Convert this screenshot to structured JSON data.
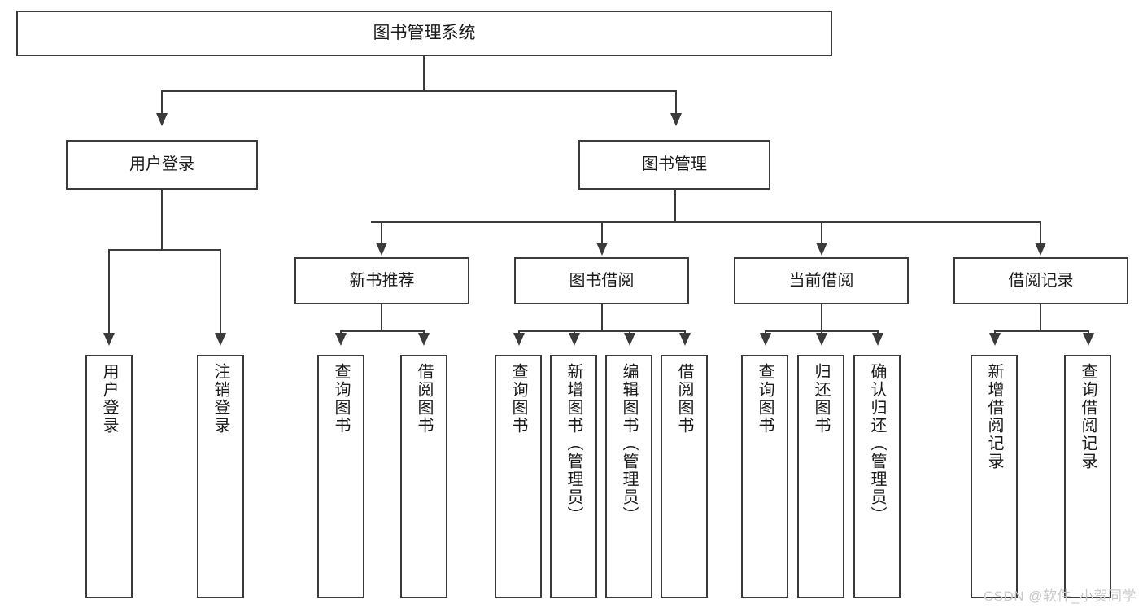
{
  "diagram": {
    "type": "hierarchy-tree",
    "title": "图书管理系统",
    "watermark": "CSDN @软件_小贺同学",
    "levels": {
      "root": {
        "label": "图书管理系统"
      },
      "level2": [
        {
          "id": "user-login",
          "label": "用户登录"
        },
        {
          "id": "book-manage",
          "label": "图书管理"
        }
      ],
      "level3": [
        {
          "id": "new-book-recommend",
          "label": "新书推荐",
          "parent": "book-manage"
        },
        {
          "id": "book-borrow",
          "label": "图书借阅",
          "parent": "book-manage"
        },
        {
          "id": "current-borrow",
          "label": "当前借阅",
          "parent": "book-manage"
        },
        {
          "id": "borrow-record",
          "label": "借阅记录",
          "parent": "book-manage"
        }
      ],
      "leaves": [
        {
          "id": "leaf-user-login",
          "label": "用户登录",
          "parent": "user-login"
        },
        {
          "id": "leaf-logout-login",
          "label": "注销登录",
          "parent": "user-login"
        },
        {
          "id": "leaf-query-book-1",
          "label": "查询图书",
          "parent": "new-book-recommend"
        },
        {
          "id": "leaf-borrow-book-1",
          "label": "借阅图书",
          "parent": "new-book-recommend"
        },
        {
          "id": "leaf-query-book-2",
          "label": "查询图书",
          "parent": "book-borrow"
        },
        {
          "id": "leaf-add-book",
          "label": "新增图书（管理员）",
          "parent": "book-borrow"
        },
        {
          "id": "leaf-edit-book",
          "label": "编辑图书（管理员）",
          "parent": "book-borrow"
        },
        {
          "id": "leaf-borrow-book-2",
          "label": "借阅图书",
          "parent": "book-borrow"
        },
        {
          "id": "leaf-query-book-3",
          "label": "查询图书",
          "parent": "current-borrow"
        },
        {
          "id": "leaf-return-book",
          "label": "归还图书",
          "parent": "current-borrow"
        },
        {
          "id": "leaf-confirm-return",
          "label": "确认归还（管理员）",
          "parent": "current-borrow"
        },
        {
          "id": "leaf-add-borrow-record",
          "label": "新增借阅记录",
          "parent": "borrow-record"
        },
        {
          "id": "leaf-query-borrow-record",
          "label": "查询借阅记录",
          "parent": "borrow-record"
        }
      ]
    },
    "colors": {
      "stroke": "#3b3b3b",
      "fill": "#ffffff",
      "text": "#1a1a1a",
      "watermark": "#c9c9c9"
    }
  }
}
